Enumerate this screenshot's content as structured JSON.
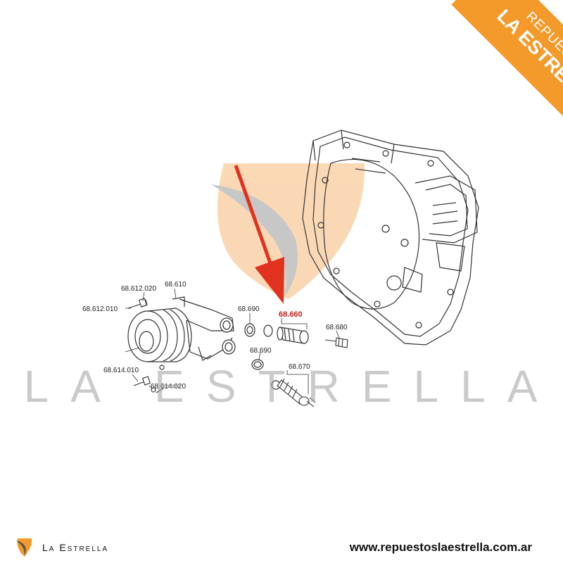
{
  "brand": {
    "ribbon_top": "REPUESTOS",
    "ribbon_bottom": "LA ESTRELLA",
    "watermark_text": "LA ESTRELLA",
    "footer_name": "La Estrella",
    "footer_url": "www.repuestoslaestrella.com.ar",
    "accent_color": "#f39a2b",
    "highlight_color": "#c0211c"
  },
  "diagram": {
    "highlighted_part": "68.660",
    "labels": {
      "p68_612_020": "68.612.020",
      "p68_610": "68.610",
      "p68_612_010": "68.612.010",
      "p68_690_a": "68.690",
      "p68_660": "68.660",
      "p68_680": "68.680",
      "p68_690_b": "68.690",
      "p68_670": "68.670",
      "p68_614_010": "68.614.010",
      "p68_614_020": "68.614.020"
    }
  }
}
